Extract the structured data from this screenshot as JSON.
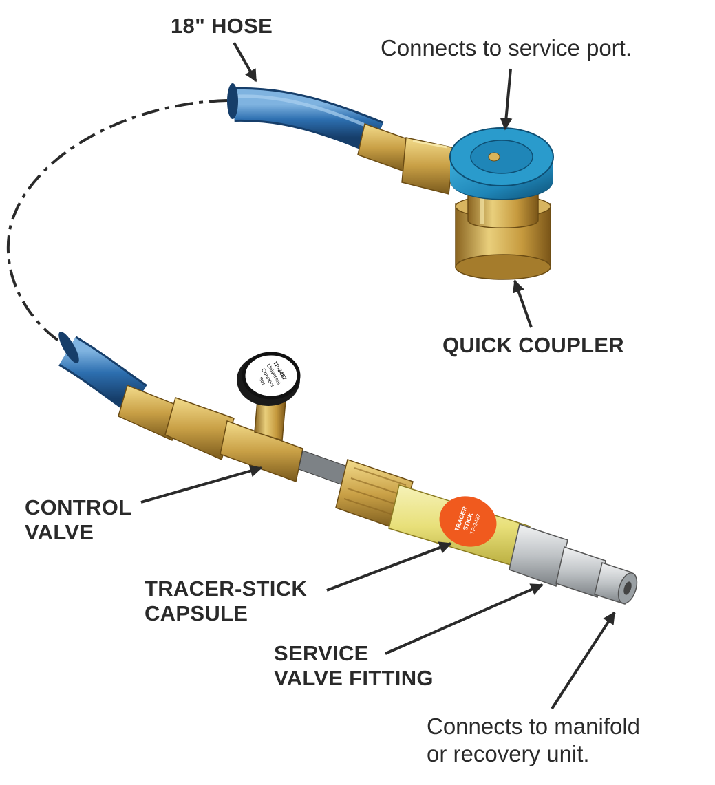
{
  "labels": {
    "hose": "18\" HOSE",
    "service_port": "Connects to service port.",
    "quick_coupler": "QUICK COUPLER",
    "control_valve": [
      "CONTROL",
      "VALVE"
    ],
    "tracer_stick": [
      "TRACER-STICK",
      "CAPSULE"
    ],
    "service_valve_fitting": [
      "SERVICE",
      "VALVE FITTING"
    ],
    "manifold": [
      "Connects to manifold",
      "or recovery unit."
    ]
  },
  "knob_text": [
    "TP-3487",
    "Universal",
    "Connect",
    "Set"
  ],
  "capsule_text": [
    "TRACER",
    "STICK",
    "TP-3487"
  ],
  "colors": {
    "hose_blue": "#2d6fb0",
    "coupler_cap_blue": "#1f86b8",
    "brass": "#c9a046",
    "capsule_yellow": "#e8e07a",
    "capsule_label_orange": "#f05a1e",
    "steel": "#bfc3c6",
    "text": "#2a2a2a"
  }
}
